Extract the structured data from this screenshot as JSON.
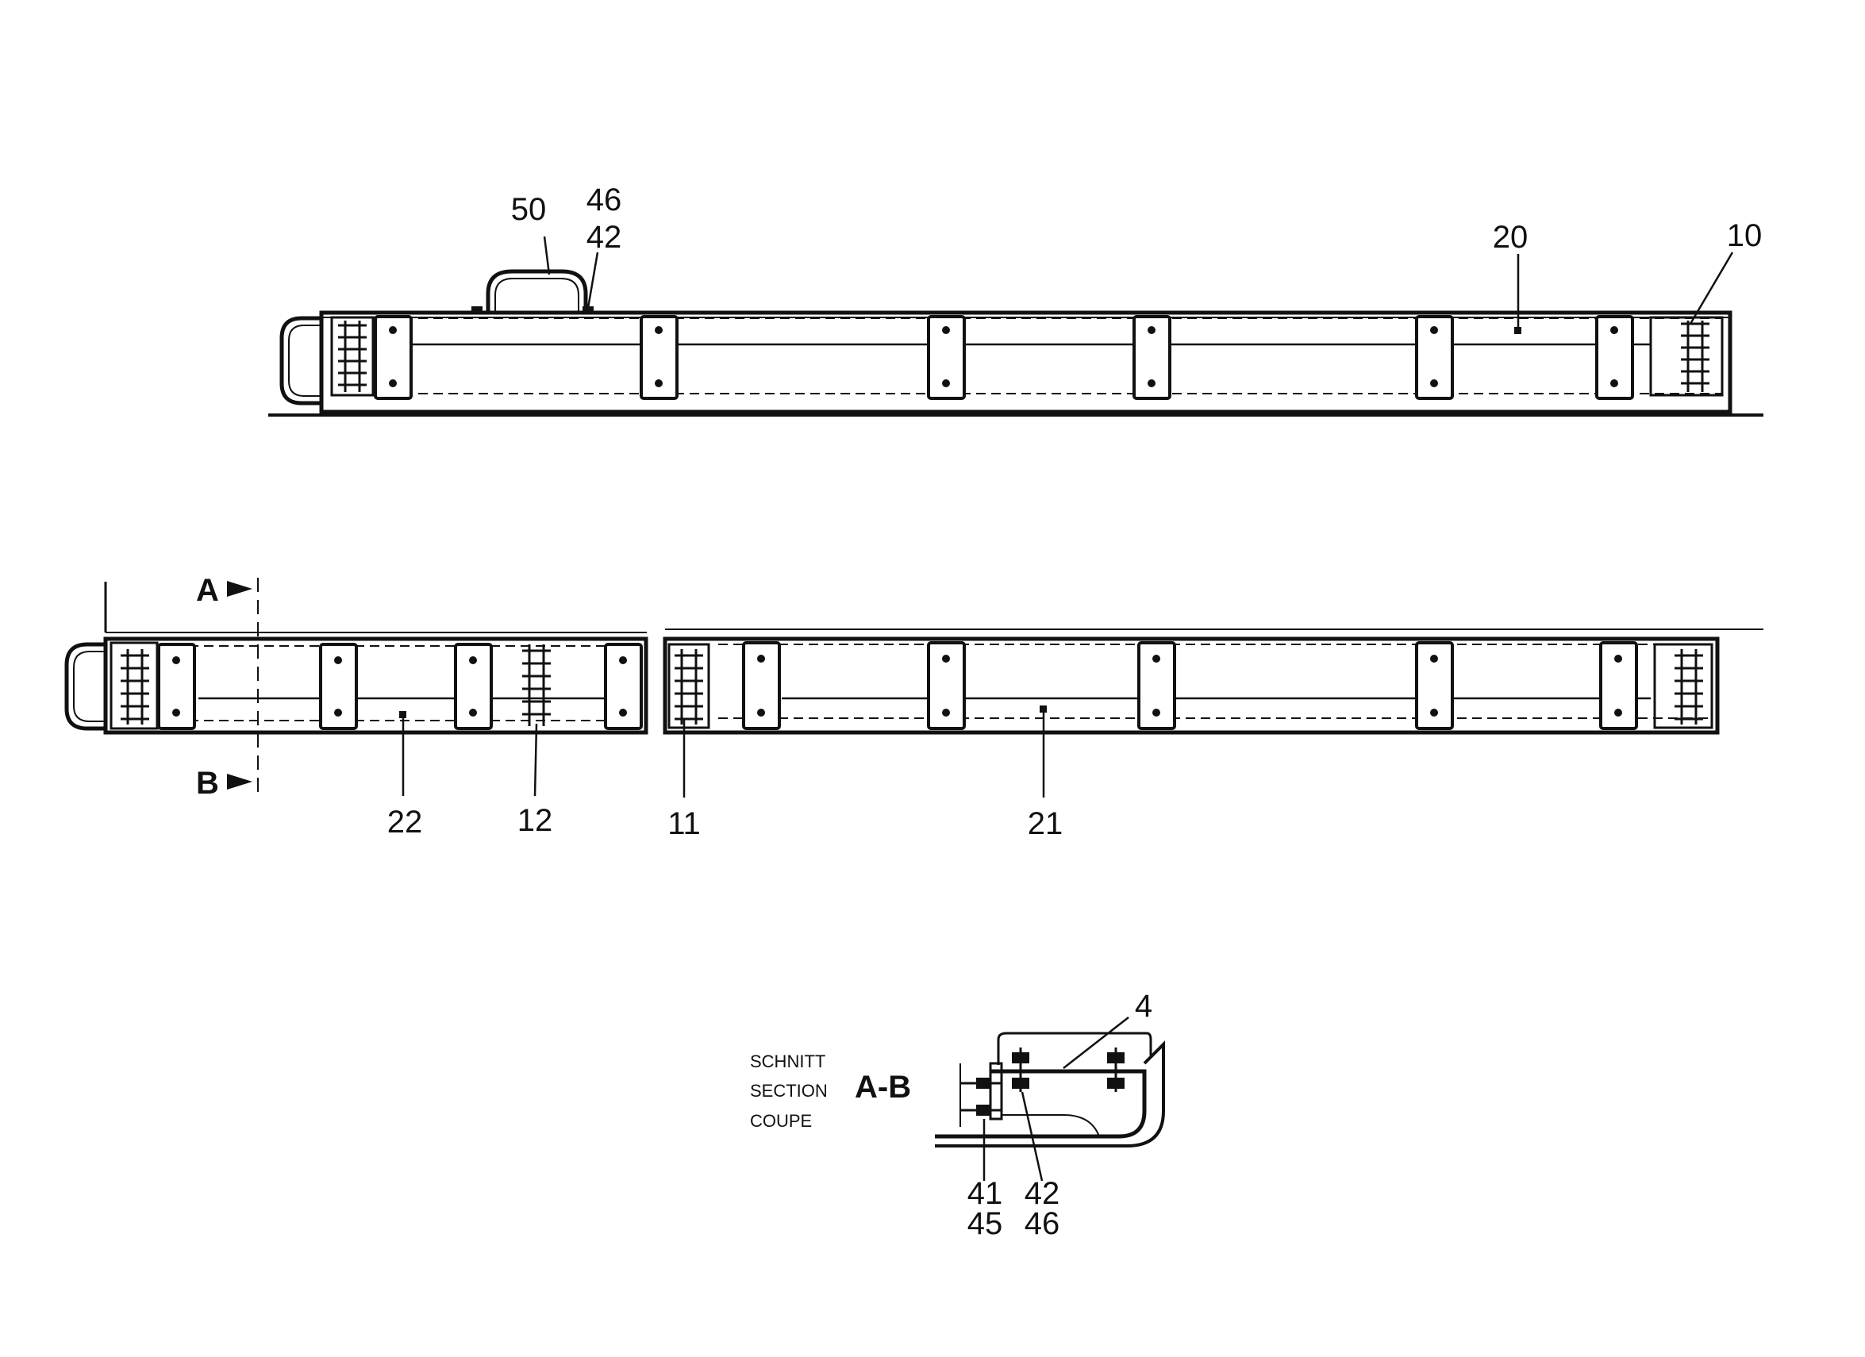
{
  "callouts": {
    "p50": "50",
    "p46_top": "46",
    "p42_top": "42",
    "p20": "20",
    "p10": "10",
    "p22": "22",
    "p12": "12",
    "p11": "11",
    "p21": "21",
    "p4": "4",
    "p41": "41",
    "p45": "45",
    "p42_sec": "42",
    "p46_sec": "46"
  },
  "section": {
    "marker_a": "A",
    "marker_b": "B",
    "title_de": "SCHNITT",
    "title_en": "SECTION",
    "title_fr": "COUPE",
    "name": "A-B"
  }
}
